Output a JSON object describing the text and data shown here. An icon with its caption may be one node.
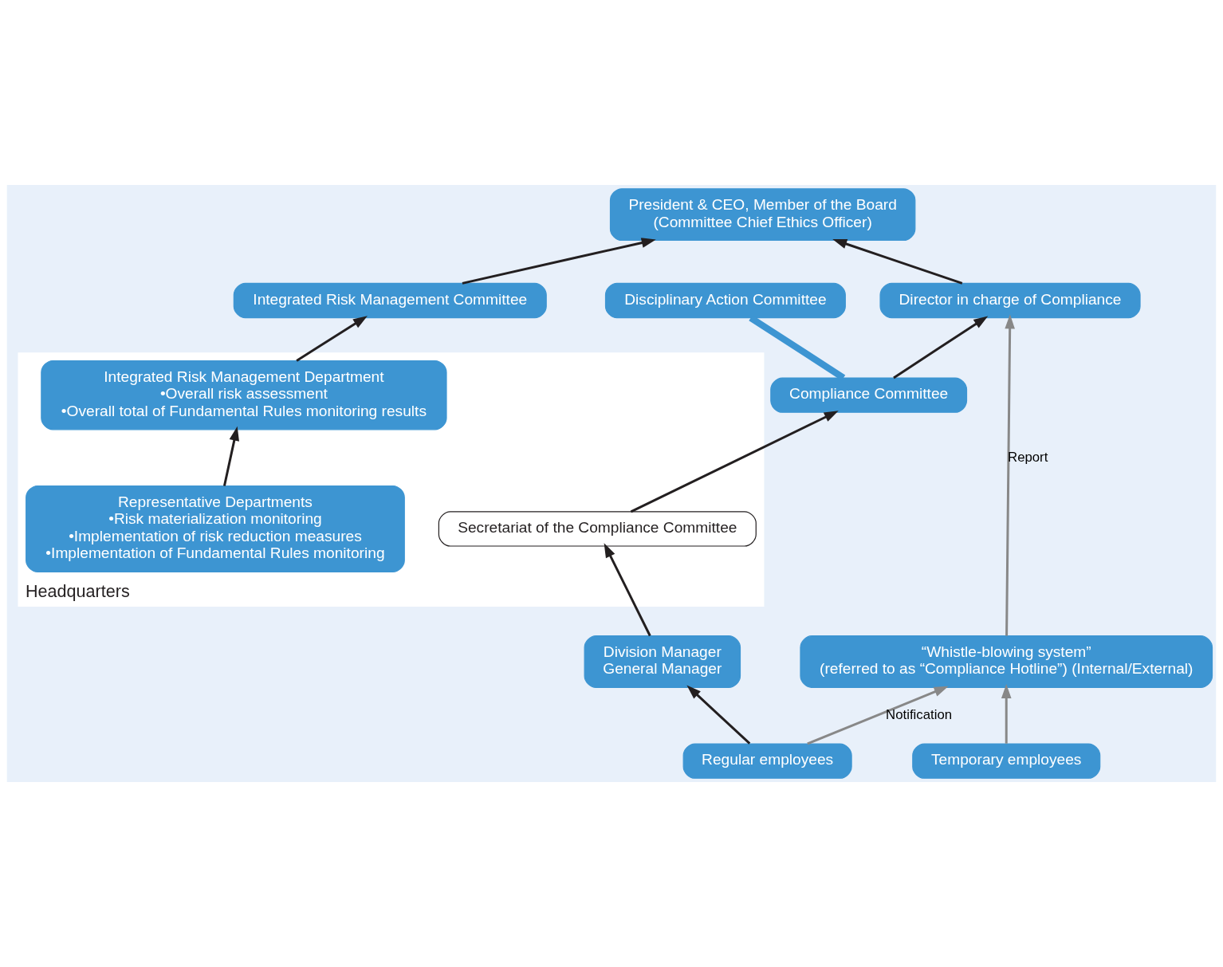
{
  "diagram": {
    "nodes": [
      {
        "text": [
          "President & CEO, Member of the Board",
          "(Committee Chief Ethics Officer)"
        ]
      },
      {
        "text": [
          "Director in charge of Compliance"
        ]
      },
      {
        "text": [
          "“Whistle-blowing system”",
          "(referred to as “Compliance Hotline”) (Internal/External)"
        ]
      },
      {
        "text": [
          "Integrated Risk Management Committee"
        ]
      },
      {
        "text": [
          "Compliance Committee"
        ]
      },
      {
        "text": [
          "Headquarters"
        ]
      },
      {
        "text": [
          "Integrated Risk Management Department",
          "•Overall risk assessment",
          "•Overall total of Fundamental Rules monitoring results"
        ],
        "in": 5
      },
      {
        "text": [
          "Representative Departments",
          "•Risk materialization monitoring",
          "•Implementation of risk reduction measures",
          "•Implementation of Fundamental Rules monitoring"
        ],
        "in": 5
      },
      {
        "text": [
          "Secretariat of the Compliance Committee"
        ],
        "in": 5
      },
      {
        "text": [
          "Disciplinary Action Committee"
        ]
      },
      {
        "text": [
          "Division Manager",
          "General Manager"
        ]
      },
      {
        "text": [
          "Regular employees"
        ]
      },
      {
        "text": [
          "Temporary employees"
        ]
      }
    ],
    "edges": [
      {
        "from": 3,
        "to": 0,
        "arrow": "to"
      },
      {
        "from": 1,
        "to": 0,
        "arrow": "to"
      },
      {
        "from": 2,
        "to": 1,
        "arrow": "to",
        "label": "Report",
        "color": "#888888"
      },
      {
        "from": 4,
        "to": 1,
        "arrow": "to"
      },
      {
        "from": 6,
        "to": 3,
        "arrow": "to"
      },
      {
        "from": 8,
        "to": 4,
        "arrow": "to"
      },
      {
        "from": 4,
        "to": 9,
        "arrow": "none",
        "style": "thick",
        "color": "#3d95d2"
      },
      {
        "from": 7,
        "to": 6,
        "arrow": "to"
      },
      {
        "from": 10,
        "to": 8,
        "arrow": "to"
      },
      {
        "from": 11,
        "to": 10,
        "arrow": "to"
      },
      {
        "from": 11,
        "to": 2,
        "arrow": "to",
        "label": "Notification",
        "color": "#888888"
      },
      {
        "from": 12,
        "to": 2,
        "arrow": "to",
        "color": "#888888"
      }
    ]
  }
}
